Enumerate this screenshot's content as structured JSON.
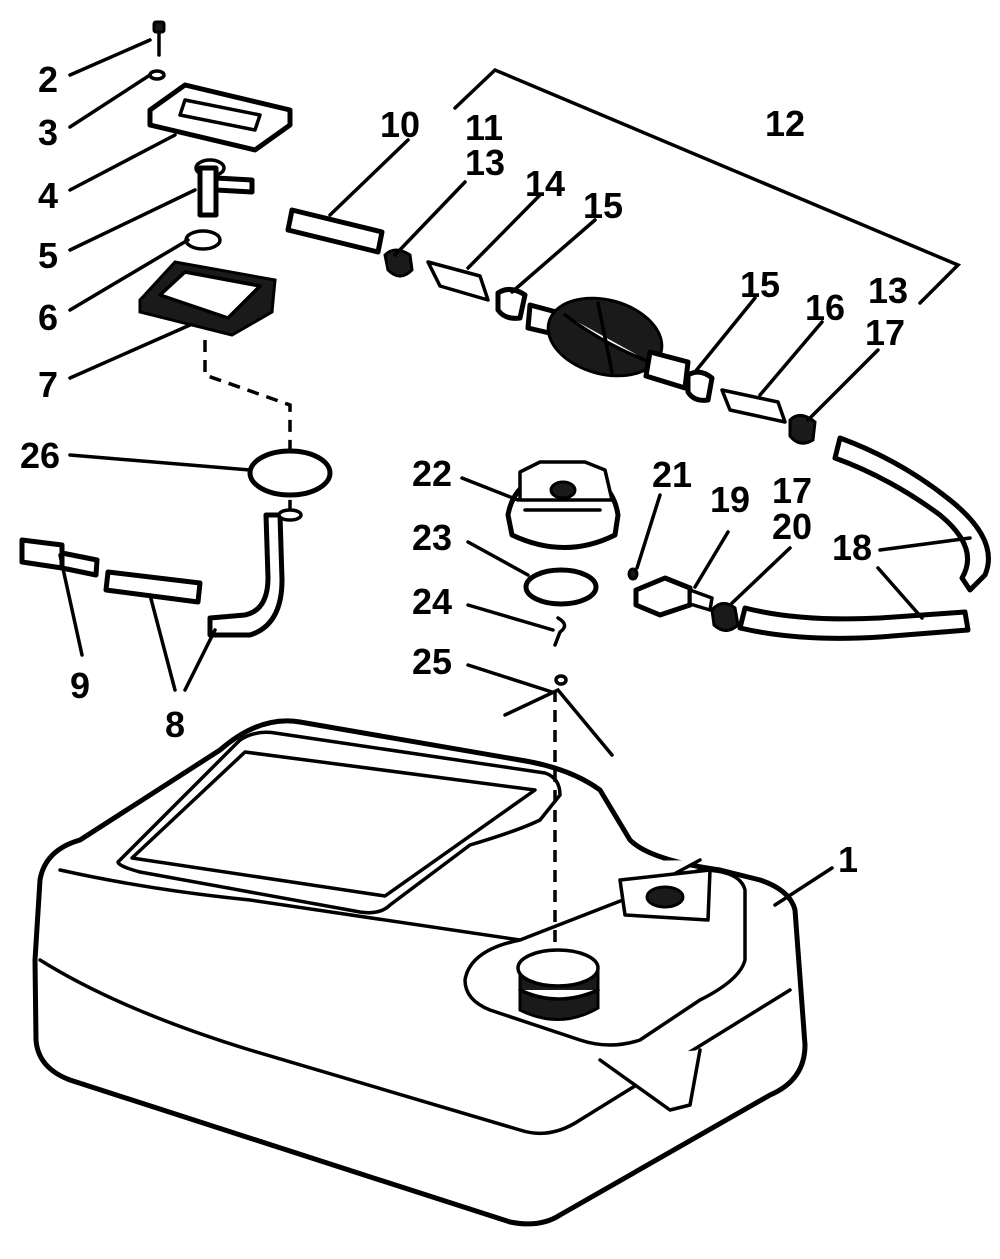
{
  "callouts": {
    "c1": "1",
    "c2": "2",
    "c3": "3",
    "c4": "4",
    "c5": "5",
    "c6": "6",
    "c7": "7",
    "c8": "8",
    "c9": "9",
    "c10": "10",
    "c11": "11",
    "c12": "12",
    "c13a": "13",
    "c13b": "13",
    "c14": "14",
    "c15a": "15",
    "c15b": "15",
    "c16": "16",
    "c17a": "17",
    "c17b": "17",
    "c18": "18",
    "c19": "19",
    "c20": "20",
    "c21": "21",
    "c22": "22",
    "c23": "23",
    "c24": "24",
    "c25": "25",
    "c26": "26"
  },
  "colors": {
    "line": "#000000",
    "background": "#ffffff"
  }
}
